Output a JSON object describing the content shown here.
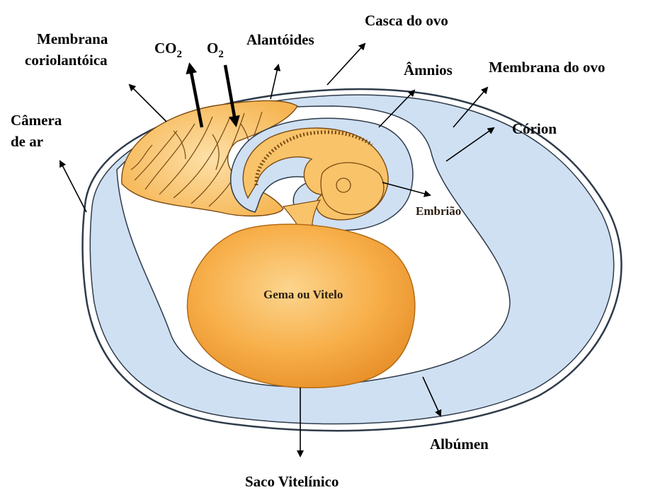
{
  "labels": {
    "membrana_coriolantoica_1": "Membrana",
    "membrana_coriolantoica_2": "coriolantóica",
    "co2": "CO",
    "co2_sub": "2",
    "o2": "O",
    "o2_sub": "2",
    "alantoides": "Alantóides",
    "casca_do_ovo": "Casca do ovo",
    "amnios": "Âmnios",
    "membrana_do_ovo": "Membrana do ovo",
    "camera_de_ar_1": "Câmera",
    "camera_de_ar_2": "de ar",
    "corion": "Córion",
    "embriao": "Embrião",
    "gema_ou_vitelo": "Gema ou Vitelo",
    "albumen": "Albúmen",
    "saco_vitelinico": "Saco Vitelínico"
  },
  "colors": {
    "shell": "#ffffff",
    "albumen": "#cfe0f3",
    "outline": "#2f3b4a",
    "yolk": "#f6a73c",
    "yolk_light": "#fcd58e",
    "embryo": "#f9c36a"
  }
}
